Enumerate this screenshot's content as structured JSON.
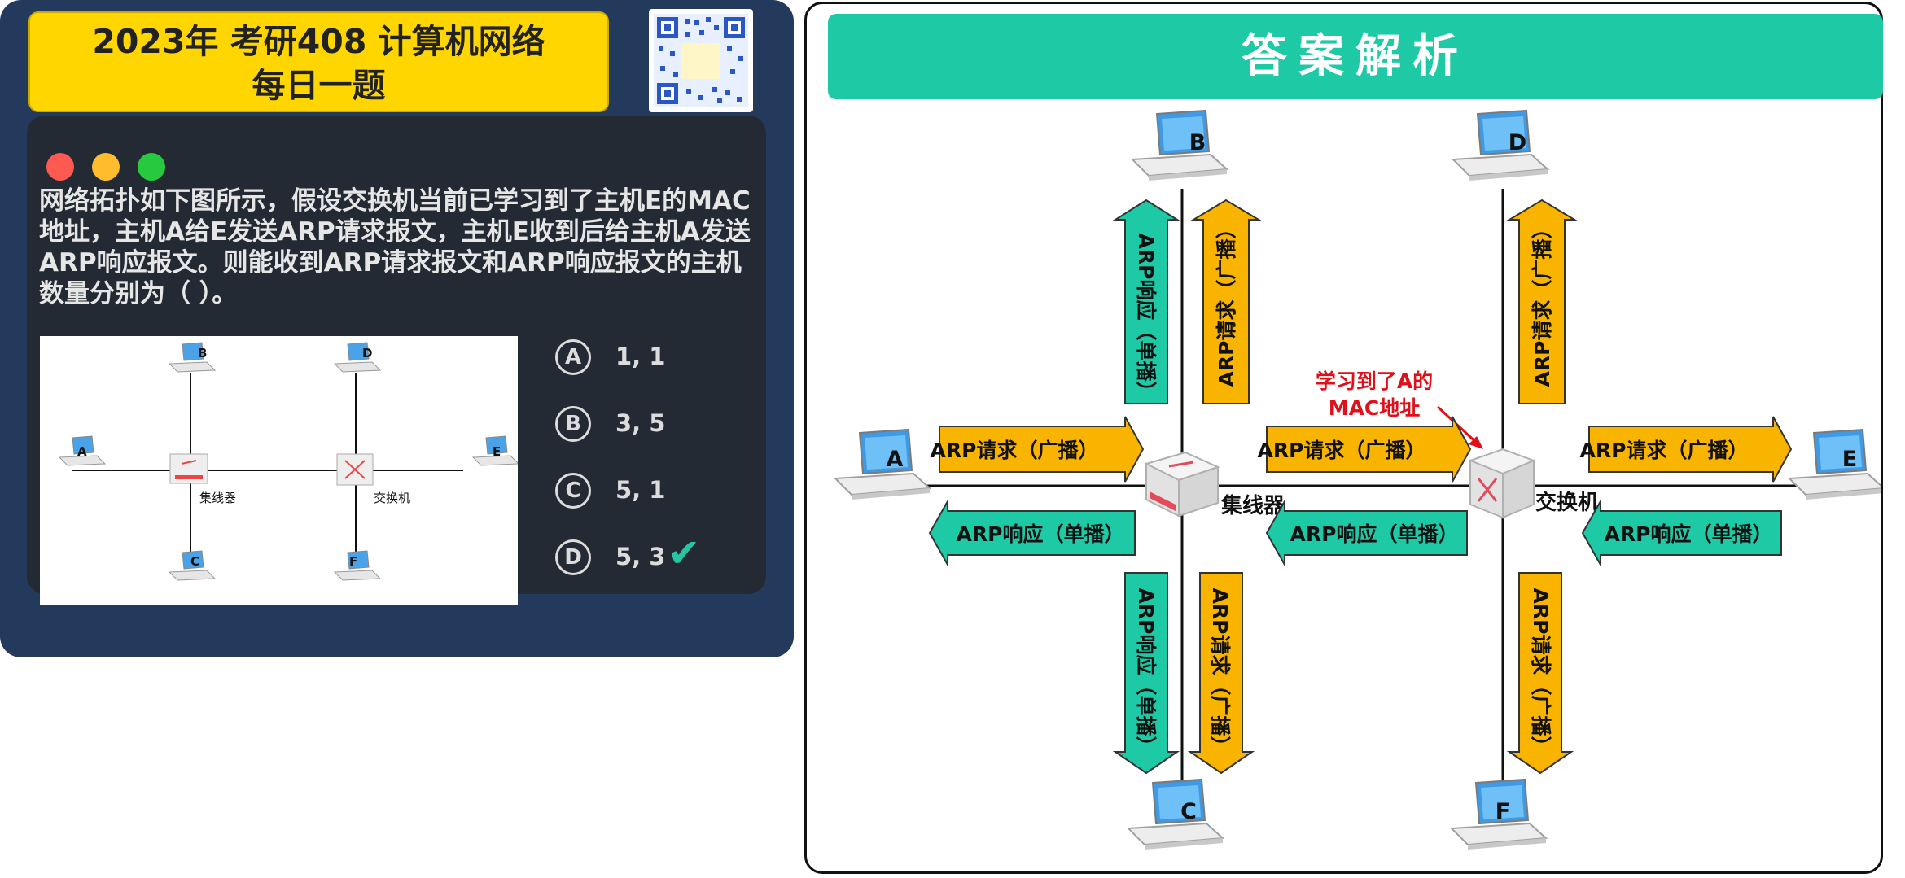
{
  "header": {
    "title_line1": "2023年 考研408 计算机网络",
    "title_line2": "每日一题"
  },
  "question": {
    "text": "网络拓扑如下图所示，假设交换机当前已学习到了主机E的MAC地址，主机A给E发送ARP请求报文，主机E收到后给主机A发送ARP响应报文。则能收到ARP请求报文和ARP响应报文的主机数量分别为（  ）。"
  },
  "options": [
    {
      "letter": "A",
      "text": "1, 1"
    },
    {
      "letter": "B",
      "text": "3, 5"
    },
    {
      "letter": "C",
      "text": "5, 1"
    },
    {
      "letter": "D",
      "text": "5, 3"
    }
  ],
  "correct_mark": "✔",
  "answer_title": "答案解析",
  "topology": {
    "hosts": [
      "A",
      "B",
      "C",
      "D",
      "E",
      "F"
    ],
    "hub_label": "集线器",
    "switch_label": "交换机"
  },
  "annotations": {
    "request_label": "ARP请求（广播）",
    "response_label": "ARP响应（单播）",
    "learn_note_line1": "学习到了A的",
    "learn_note_line2": "MAC地址"
  },
  "colors": {
    "request_arrow": "#f9b400",
    "response_arrow": "#1ec9a6",
    "title_yellow": "#ffd600",
    "panel_navy": "#233a5c",
    "note_red": "#e0101a"
  }
}
